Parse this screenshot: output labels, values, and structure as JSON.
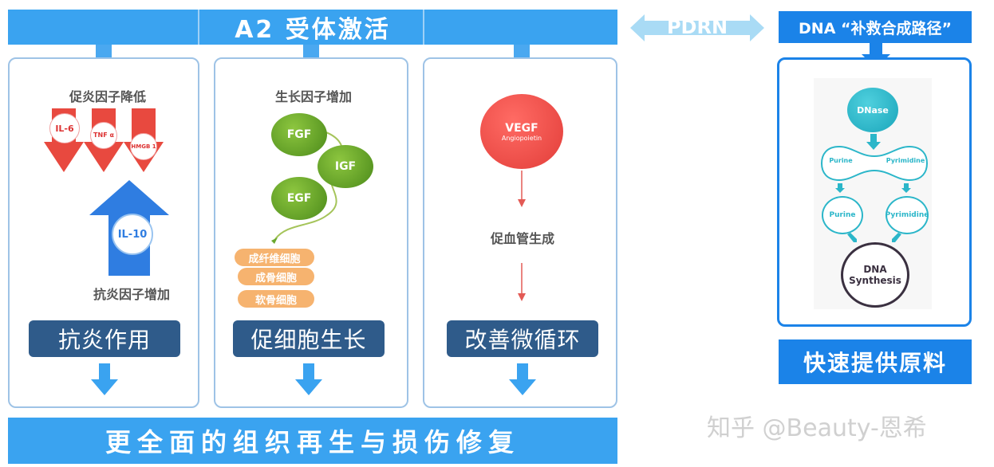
{
  "top_banner": {
    "title": "A2 受体激活"
  },
  "pdrn_label": "PDRN",
  "dna_header": "DNA “补救合成路径”",
  "panel1": {
    "title_top": "促炎因子降低",
    "arrows_down": [
      "IL-6",
      "TNF α",
      "HMGB 1"
    ],
    "arrow_up": "IL-10",
    "title_bottom": "抗炎因子增加",
    "label": "抗炎作用"
  },
  "panel2": {
    "title": "生长因子增加",
    "factors": [
      "FGF",
      "IGF",
      "EGF"
    ],
    "cells": [
      "成纤维细胞",
      "成骨细胞",
      "软骨细胞"
    ],
    "label": "促细胞生长"
  },
  "panel3": {
    "circle_main": "VEGF",
    "circle_sub": "Angiopoietin",
    "mid_text": "促血管生成",
    "label": "改善微循环"
  },
  "panel4": {
    "dnase": "DNase",
    "purine": "Purine",
    "pyrimidine": "Pyrimidine",
    "dna": "DNA",
    "synthesis": "Synthesis",
    "label": "快速提供原料"
  },
  "bottom_banner": {
    "title": "更全面的组织再生与损伤修复"
  },
  "watermark": "知乎 @Beauty-恩希",
  "colors": {
    "banner_blue": "#3aa3f0",
    "dark_label": "#2f5b8a",
    "red_arrow": "#e8493f",
    "blue_arrow": "#2f7de1",
    "green_circle": "#6aa82d",
    "vegf_red": "#ee4a47",
    "orange_pill": "#f6b36f",
    "cyan": "#2bb6c9"
  }
}
